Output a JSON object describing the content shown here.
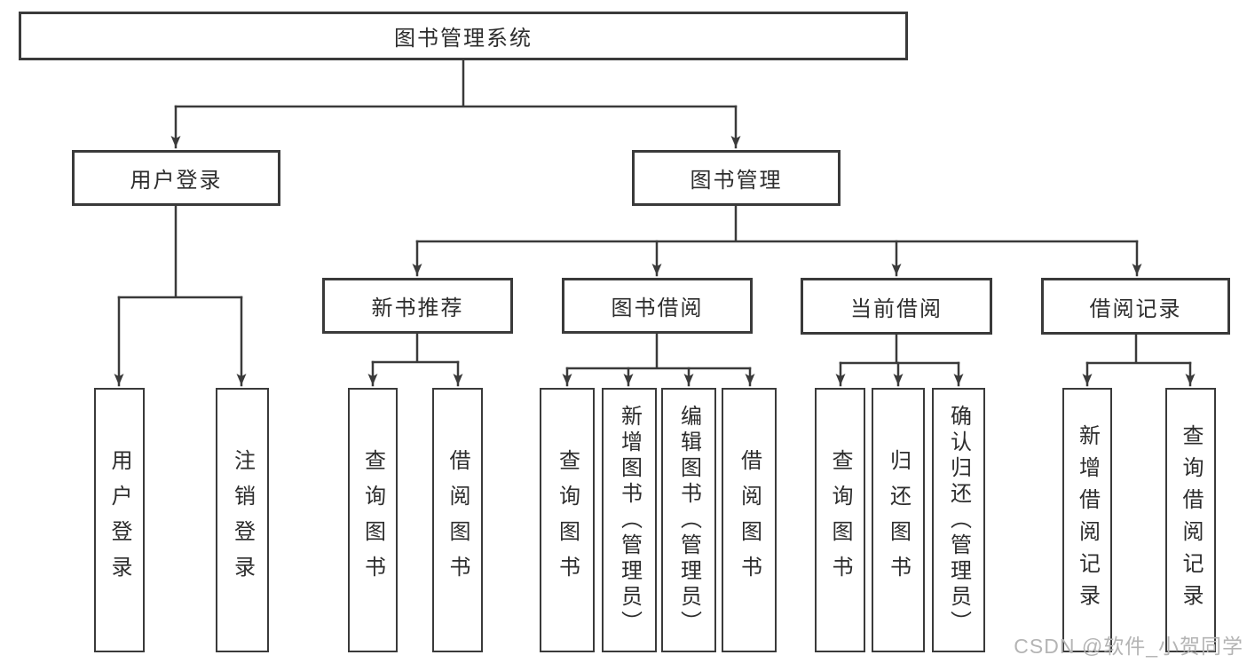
{
  "nodes": {
    "root": "图书管理系统",
    "user_login": "用户登录",
    "book_mgmt": "图书管理",
    "new_book_rec": "新书推荐",
    "book_borrow": "图书借阅",
    "current_borrow": "当前借阅",
    "borrow_records": "借阅记录",
    "leaf_user_login": "用户登录",
    "leaf_logout": "注销登录",
    "leaf_query_book_1": "查询图书",
    "leaf_borrow_book_1": "借阅图书",
    "leaf_query_book_2": "查询图书",
    "leaf_add_book": "新增图书（管理员）",
    "leaf_edit_book": "编辑图书（管理员）",
    "leaf_borrow_book_2": "借阅图书",
    "leaf_query_book_3": "查询图书",
    "leaf_return_book": "归还图书",
    "leaf_confirm_return": "确认归还（管理员）",
    "leaf_add_record": "新增借阅记录",
    "leaf_query_record": "查询借阅记录"
  },
  "watermark": "CSDN @软件_小贺同学",
  "colors": {
    "line": "#3a3a3a",
    "text": "#2d2d2d",
    "watermark": "#b4b4b4",
    "background": "#ffffff"
  }
}
